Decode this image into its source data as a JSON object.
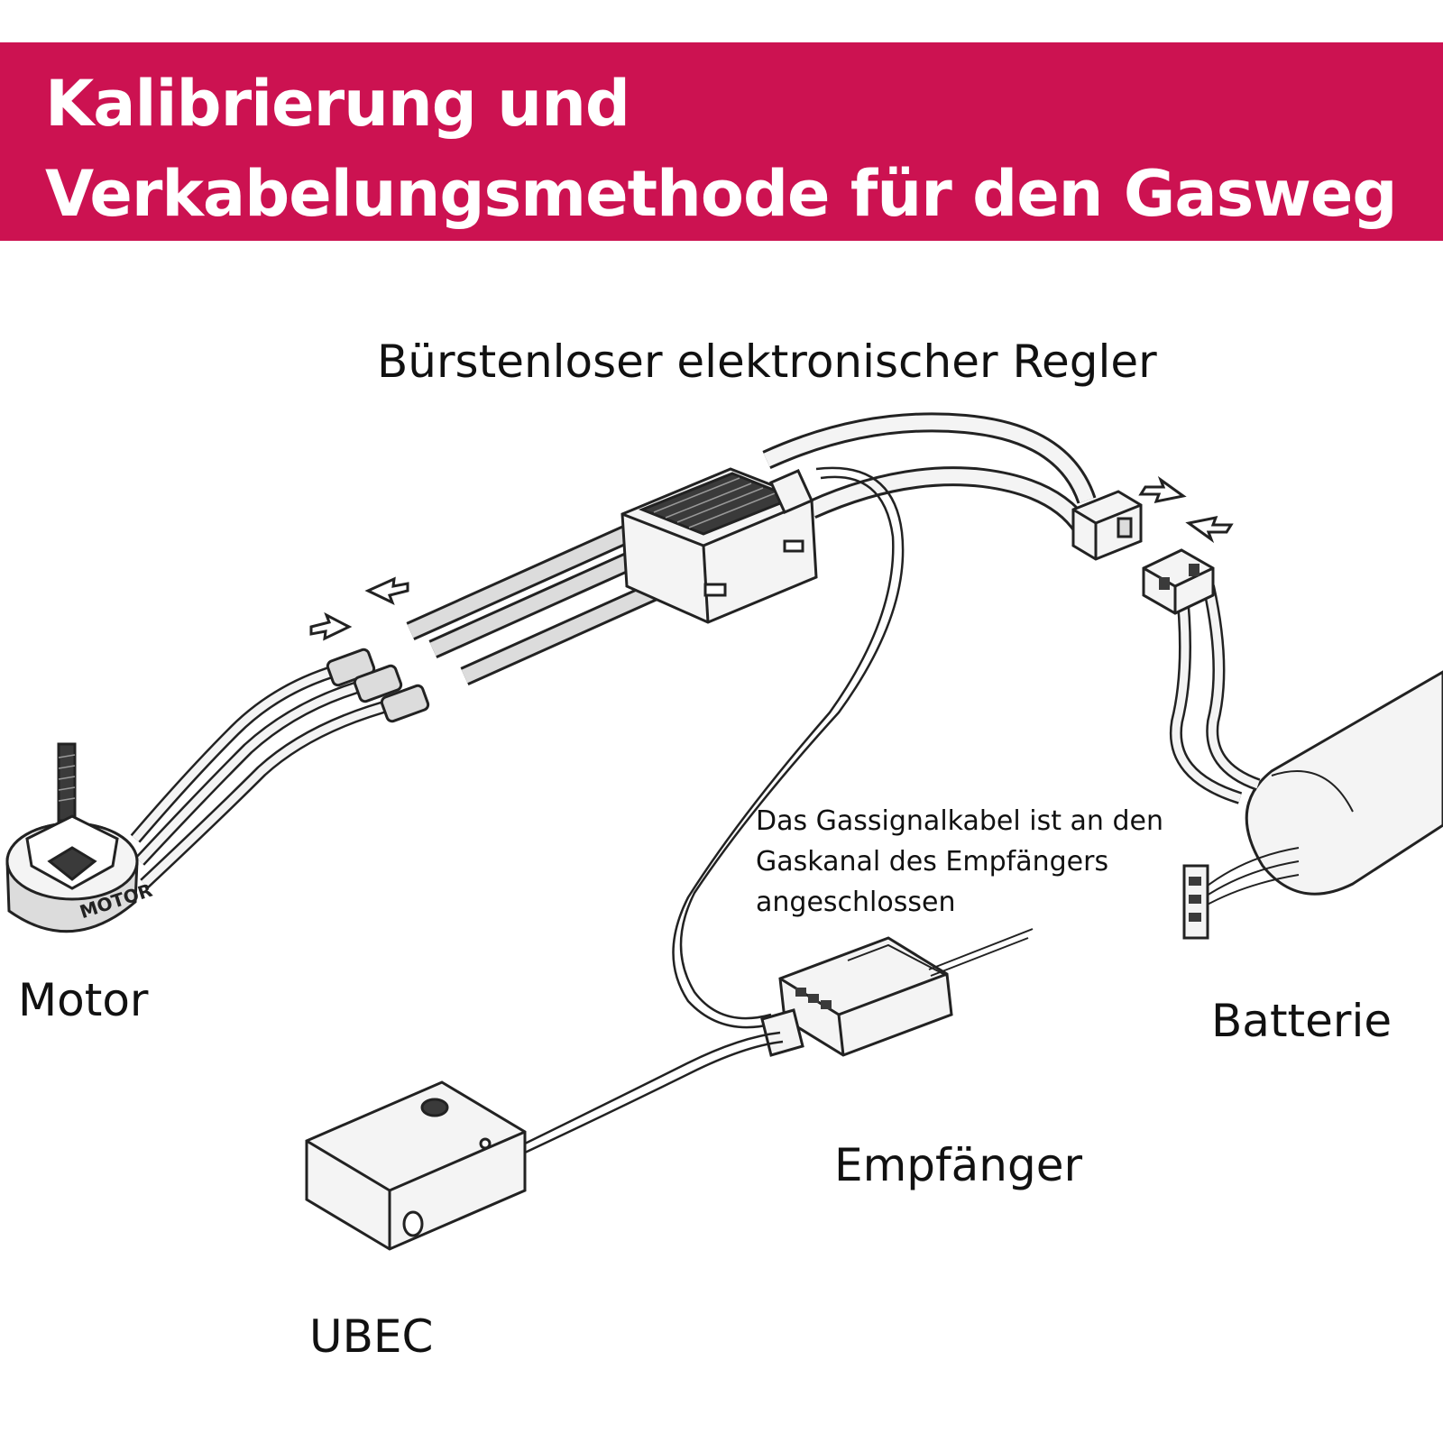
{
  "title": "Kalibrierung und Verkabelungsmethode für den Gasweg",
  "labels": {
    "esc": "Bürstenloser elektronischer Regler",
    "motor": "Motor",
    "battery": "Batterie",
    "receiver": "Empfänger",
    "ubec": "UBEC",
    "note": "Das Gassignalkabel ist an den\nGaskanal des Empfängers\nangeschlossen",
    "motor_stamp": "MOTOR"
  },
  "colors": {
    "banner": "#cc1251",
    "banner_text": "#ffffff",
    "line": "#222222",
    "fill_light": "#f4f4f4",
    "fill_mid": "#dcdcdc",
    "fill_dark": "#3a3a3a"
  },
  "icons": [
    "connector-arrow-icon",
    "bullet-connector-icon",
    "xt-plug-icon"
  ]
}
